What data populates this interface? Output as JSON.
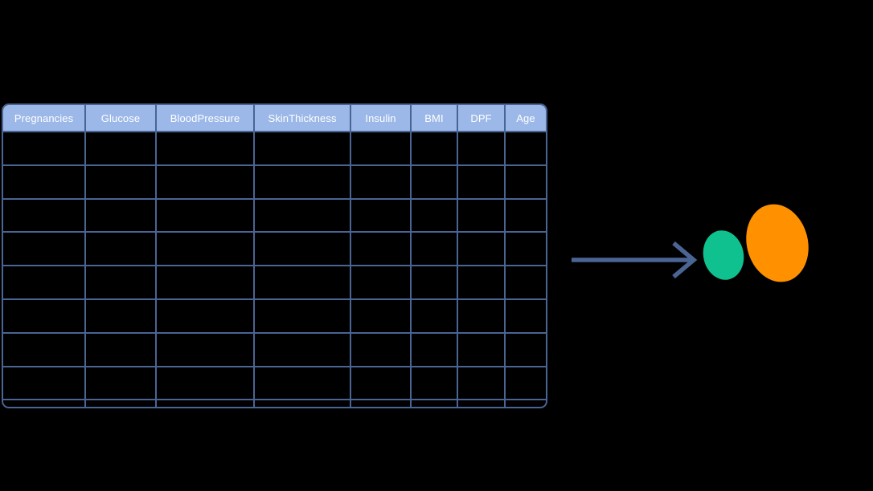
{
  "figure": {
    "background_color": "#000000",
    "accent_blue": "#4A6494",
    "header_fill": "#9CB8E8",
    "header_text_color": "#FFFFFF"
  },
  "table": {
    "name": "dataset-table",
    "columns": [
      {
        "label": "Pregnancies"
      },
      {
        "label": "Glucose"
      },
      {
        "label": "BloodPressure"
      },
      {
        "label": "SkinThickness"
      },
      {
        "label": "Insulin"
      },
      {
        "label": "BMI"
      },
      {
        "label": "DPF"
      },
      {
        "label": "Age"
      }
    ],
    "body_row_count": 9,
    "rows": [
      [
        "",
        "",
        "",
        "",
        "",
        "",
        "",
        ""
      ],
      [
        "",
        "",
        "",
        "",
        "",
        "",
        "",
        ""
      ],
      [
        "",
        "",
        "",
        "",
        "",
        "",
        "",
        ""
      ],
      [
        "",
        "",
        "",
        "",
        "",
        "",
        "",
        ""
      ],
      [
        "",
        "",
        "",
        "",
        "",
        "",
        "",
        ""
      ],
      [
        "",
        "",
        "",
        "",
        "",
        "",
        "",
        ""
      ],
      [
        "",
        "",
        "",
        "",
        "",
        "",
        "",
        ""
      ],
      [
        "",
        "",
        "",
        "",
        "",
        "",
        "",
        ""
      ],
      [
        "",
        "",
        "",
        "",
        "",
        "",
        "",
        ""
      ]
    ]
  },
  "arrow": {
    "name": "flow-arrow-right",
    "color": "#4A6494",
    "direction": "right"
  },
  "shapes": [
    {
      "name": "green-ellipse",
      "color": "#0FC18E",
      "size": "small"
    },
    {
      "name": "orange-ellipse",
      "color": "#FF9100",
      "size": "large"
    }
  ]
}
